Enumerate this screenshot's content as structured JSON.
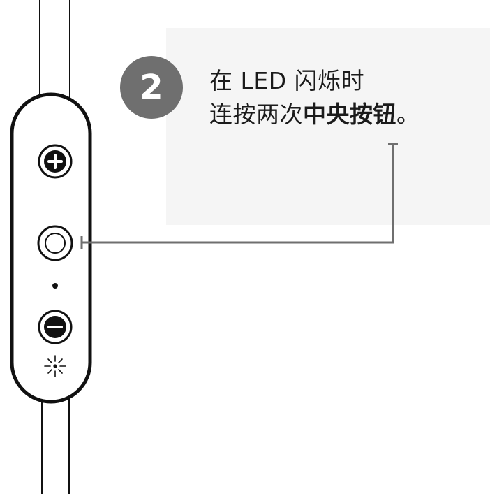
{
  "step": {
    "number": "2"
  },
  "instruction": {
    "line1": "在 LED 闪烁时",
    "line2_prefix": "连按两次",
    "line2_bold": "中央按钮",
    "line2_suffix": "。"
  },
  "remote": {
    "buttons": [
      "plus-button",
      "center-button",
      "minus-button"
    ],
    "indicator_icon": "led-light-icon",
    "outline_color": "#111111",
    "fill_color": "#ffffff"
  },
  "colors": {
    "panel": "#f5f5f5",
    "badge": "#6f6f6f",
    "leader_line": "#6f6f6f",
    "text": "#1b1b1b"
  }
}
